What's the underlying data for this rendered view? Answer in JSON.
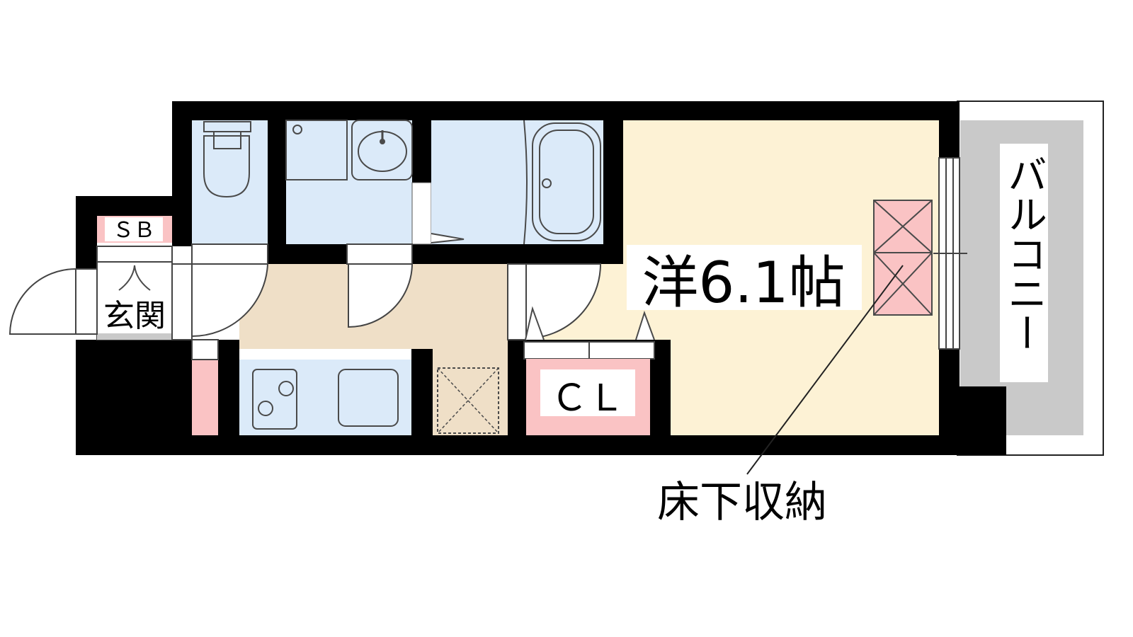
{
  "labels": {
    "western_room": "洋6.1帖",
    "balcony": "バルコニー",
    "closet": "ＣＬ",
    "shoe_box": "ＳＢ",
    "entrance": "玄関",
    "underfloor_storage": "床下収納"
  },
  "colors": {
    "wall": "#000000",
    "wet_area": "#dbeaf9",
    "corridor": "#efdfc7",
    "room": "#fdf2d5",
    "storage": "#fac3c4",
    "balcony": "#c9c9c9",
    "fixture_line": "#4a4a4a"
  }
}
